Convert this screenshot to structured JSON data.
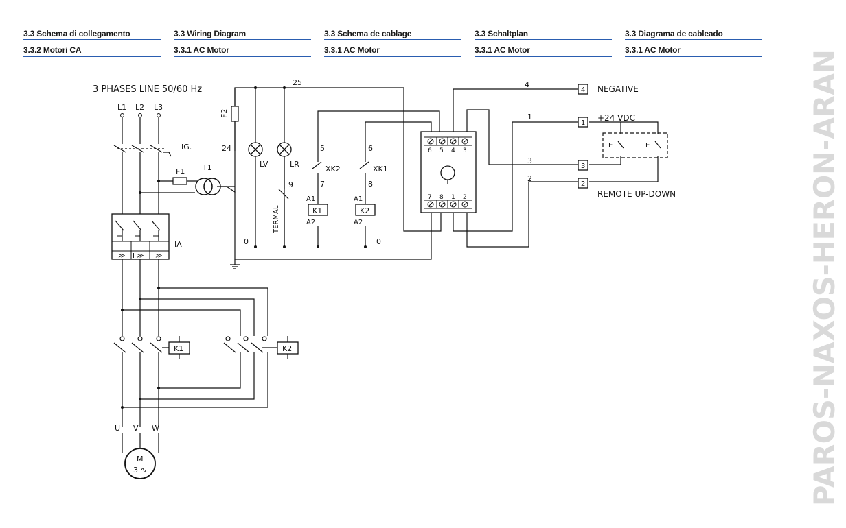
{
  "headers": {
    "row1": [
      "3.3 Schema di collegamento",
      "3.3 Wiring Diagram",
      "3.3 Schema de cablage",
      "3.3 Schaltplan",
      "3.3 Diagrama de cableado"
    ],
    "row2": [
      "3.3.2 Motori CA",
      "3.3.1 AC Motor",
      "3.3.1 AC Motor",
      "3.3.1 AC Motor",
      "3.3.1 AC Motor"
    ]
  },
  "side_title": "PAROS-NAXOS-HERON-ARAN",
  "colors": {
    "header_rule": "#2a5db0",
    "side_title": "#d9d9d9",
    "wire": "#111111"
  },
  "diagram": {
    "line_title": "3 PHASES LINE 50/60 Hz",
    "phases": [
      "L1",
      "L2",
      "L3"
    ],
    "switch": "IG.",
    "fuse1": "F1",
    "fuse2": "F2",
    "transformer": "T1",
    "breaker": "IA",
    "breaker_glyph": "I ≫",
    "lamp_green": "LV",
    "lamp_red": "LR",
    "thermal": "TERMAL",
    "limit1": "XK2",
    "limit2": "XK1",
    "coil1": "K1",
    "coil2": "K2",
    "coil_a1": "A1",
    "coil_a2": "A2",
    "wire_labels": {
      "w25": "25",
      "w24": "24",
      "w9": "9",
      "w0a": "0",
      "w0b": "0",
      "w5": "5",
      "w6": "6",
      "w7": "7",
      "w8": "8",
      "w4": "4",
      "w1": "1",
      "w3": "3",
      "w2": "2"
    },
    "terminals": {
      "t4": "4",
      "t1": "1",
      "t3": "3",
      "t2": "2"
    },
    "terminal_labels": {
      "negative": "NEGATIVE",
      "vdc": "+24 VDC",
      "remote": "REMOTE UP-DOWN"
    },
    "remote_contact": "E",
    "relay_top": [
      "6",
      "5",
      "4",
      "3"
    ],
    "relay_bottom": [
      "7",
      "8",
      "1",
      "2"
    ],
    "motor_phases": [
      "U",
      "V",
      "W"
    ],
    "motor_m": "M",
    "motor_type": "3 ∿"
  }
}
